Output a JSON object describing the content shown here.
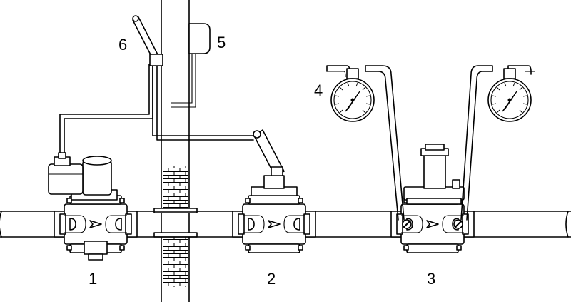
{
  "callouts": {
    "valve_1": "1",
    "valve_2": "2",
    "regulator_3": "3",
    "gauge_4": "4",
    "box_5": "5",
    "lever_6": "6"
  }
}
